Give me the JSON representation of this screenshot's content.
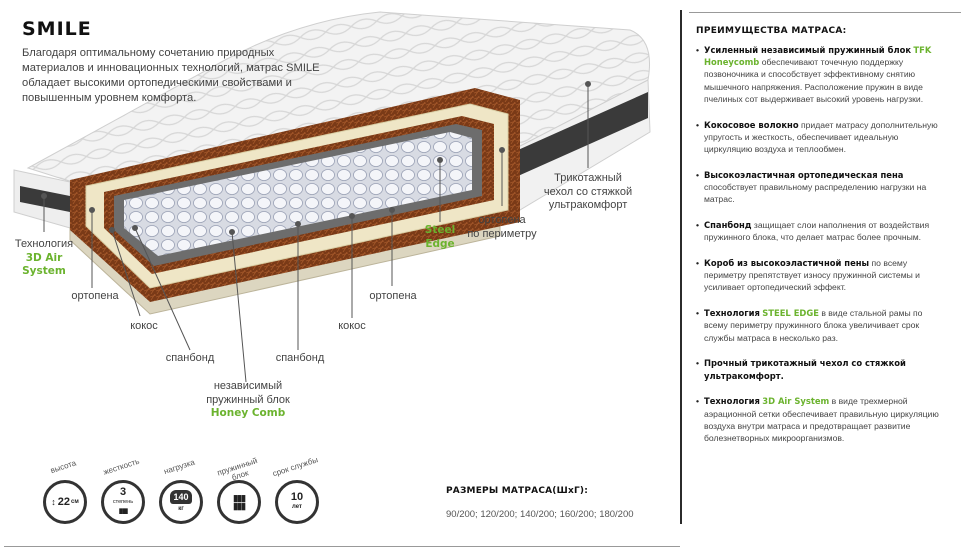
{
  "header": {
    "title": "SMILE",
    "intro": "Благодаря оптимальному сочетанию природных материалов и инновационных технологий, матрас SMILE обладает высокими ортопедическими свойствами и повышенным уровнем комфорта."
  },
  "labels": {
    "tech_3d_line1": "Технология",
    "tech_3d_line2": "3D Air",
    "tech_3d_line3": "System",
    "ortopena_left": "ортопена",
    "kokos_left": "кокос",
    "spanbond_left": "спанбонд",
    "block_line1": "независимый",
    "block_line2": "пружинный блок",
    "block_line3": "Honey Comb",
    "spanbond_mid": "спанбонд",
    "kokos_mid": "кокос",
    "ortopena_mid": "ортопена",
    "steel_line1": "Steel",
    "steel_line2": "Edge",
    "perimeter_line1": "ортопена",
    "perimeter_line2": "по периметру",
    "cover_line1": "Трикотажный",
    "cover_line2": "чехол со стяжкой",
    "cover_line3": "ультракомфорт"
  },
  "specs": [
    {
      "caption": "высота",
      "value": "22",
      "unit": "см",
      "icon": "height-icon"
    },
    {
      "caption": "жесткость",
      "value": "3",
      "unit": "степень",
      "icon": "firmness-icon"
    },
    {
      "caption": "нагрузка",
      "value": "140",
      "unit": "кг",
      "icon": "weight-icon"
    },
    {
      "caption": "пружинный блок",
      "value": "",
      "unit": "",
      "icon": "spring-block-icon"
    },
    {
      "caption": "срок службы",
      "value": "10",
      "unit": "лет",
      "icon": "warranty-icon"
    }
  ],
  "sizes": {
    "title": "РАЗМЕРЫ МАТРАСА(ШхГ):",
    "list": "90/200; 120/200; 140/200; 160/200; 180/200"
  },
  "advantages": {
    "title": "ПРЕИМУЩЕСТВА МАТРАСА:",
    "items": [
      {
        "bold": "Усиленный независимый пружинный блок",
        "green": "TFK Honeycomb",
        "text": " обеспечивают точечную поддержку позвоночника и способствует эффективному снятию мышечного напряжения. Расположение пружин в виде пчелиных сот выдерживает высокий уровень нагрузки."
      },
      {
        "bold": "Кокосовое волокно",
        "green": "",
        "text": " придает матрасу дополнительную упругость и жесткость, обеспечивает идеальную циркуляцию воздуха и теплообмен."
      },
      {
        "bold": "Высокоэластичная ортопедическая пена",
        "green": "",
        "text": " способствует правильному распределению нагрузки на матрас."
      },
      {
        "bold": "Спанбонд",
        "green": "",
        "text": " защищает слои наполнения от воздействия пружинного блока, что делает матрас более прочным."
      },
      {
        "bold": "Короб из высокоэластичной пены",
        "green": "",
        "text": " по всему периметру препятствует износу пружинной системы и усиливает ортопедический эффект."
      },
      {
        "bold": "Технология",
        "green": "STEEL EDGE",
        "text": " в виде стальной рамы по всему периметру пружинного блока увеличивает срок службы матраса в несколько раз."
      },
      {
        "bold": "Прочный трикотажный чехол со стяжкой ультракомфорт.",
        "green": "",
        "text": ""
      },
      {
        "bold": "Технология",
        "green": "3D Air System",
        "text": " в виде трехмерной аэрационной сетки обеспечивает правильную циркуляцию воздуха внутри матраса и предотвращает развитие болезнетворных микроорганизмов."
      }
    ]
  },
  "colors": {
    "accent_green": "#6bb32e",
    "coconut": "#7a3a17",
    "foam": "#efe6c6",
    "spring": "#e9ecf3",
    "cover": "#f2f2f2",
    "band": "#3a3a3a"
  }
}
